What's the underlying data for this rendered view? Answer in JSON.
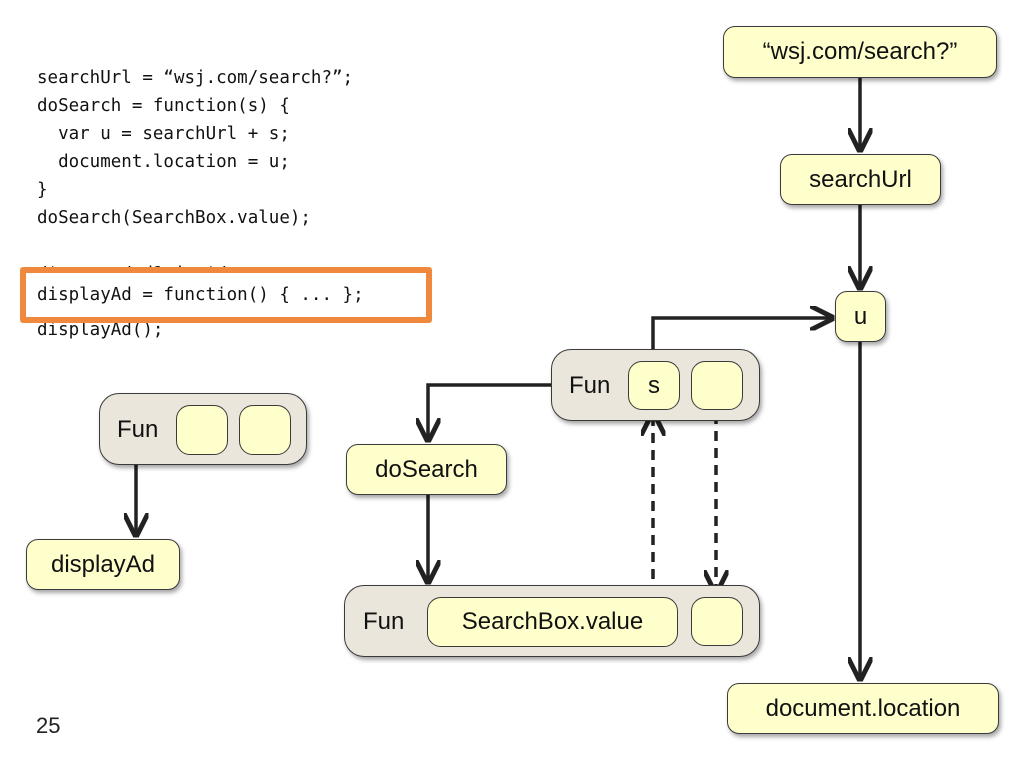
{
  "code": {
    "lines": [
      "searchUrl = “wsj.com/search?”;",
      "doSearch = function(s) {",
      "  var u = searchUrl + s;",
      "  document.location = u;",
      "}",
      "doSearch(SearchBox.value);",
      "",
      "/* a.com/ad1.js */",
      "",
      "displayAd();"
    ],
    "highlighted_line": "displayAd = function() { ... };"
  },
  "slide_number": "25",
  "nodes": {
    "wsj_string": "“wsj.com/search?”",
    "search_url": "searchUrl",
    "u": "u",
    "do_search": "doSearch",
    "display_ad": "displayAd",
    "document_location": "document.location"
  },
  "functions": {
    "fun_label": "Fun",
    "search_fun_param": "s",
    "call_arg": "SearchBox.value"
  },
  "colors": {
    "node_fill": "#ffffcc",
    "function_fill": "#ebe6dc",
    "highlight_border": "#f0883e"
  }
}
